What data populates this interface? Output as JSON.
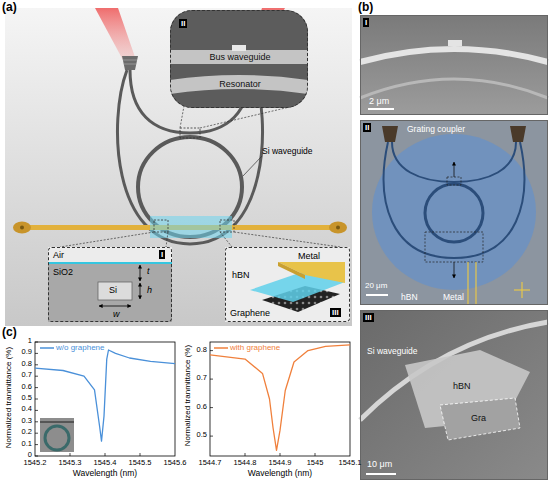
{
  "diagram": {
    "nodes": [
      {
        "text": [
          "II",
          "Bus waveguide",
          "Resonator"
        ]
      },
      {
        "text": [
          "I",
          "Air",
          "SiO2",
          "t",
          "h",
          "Si",
          "w"
        ]
      },
      {
        "text": [
          "III",
          "Metal",
          "hBN",
          "Graphene"
        ]
      },
      {
        "text": [
          "I",
          "2 μm"
        ]
      },
      {
        "text": [
          "II",
          "Grating coupler",
          "20 μm",
          "hBN",
          "Metal"
        ]
      },
      {
        "text": [
          "III",
          "Si waveguide",
          "hBN",
          "Gra",
          "10 μm"
        ]
      }
    ],
    "labels": [
      "(a)",
      "Si waveguide",
      "(b)",
      "(c)",
      "Normalized tranmittance (%)",
      "Wavelength (nm)",
      "1",
      "0.9",
      "0.8",
      "0.7",
      "0.6",
      "0.5",
      "0.4",
      "0.3",
      "0.2",
      "0.1",
      "0",
      "1545.2",
      "1545.3",
      "1545.4",
      "1545.5",
      "1545.6",
      "Normalized tranmittance (%)",
      "Wavelength (nm)",
      "0.8",
      "0.7",
      "0.6",
      "0.5",
      "1544.7",
      "1544.8",
      "1544.9",
      "1545",
      "1545.1"
    ],
    "legend": [
      {
        "text": "w/o graphene"
      },
      {
        "text": "with graphene"
      }
    ]
  }
}
